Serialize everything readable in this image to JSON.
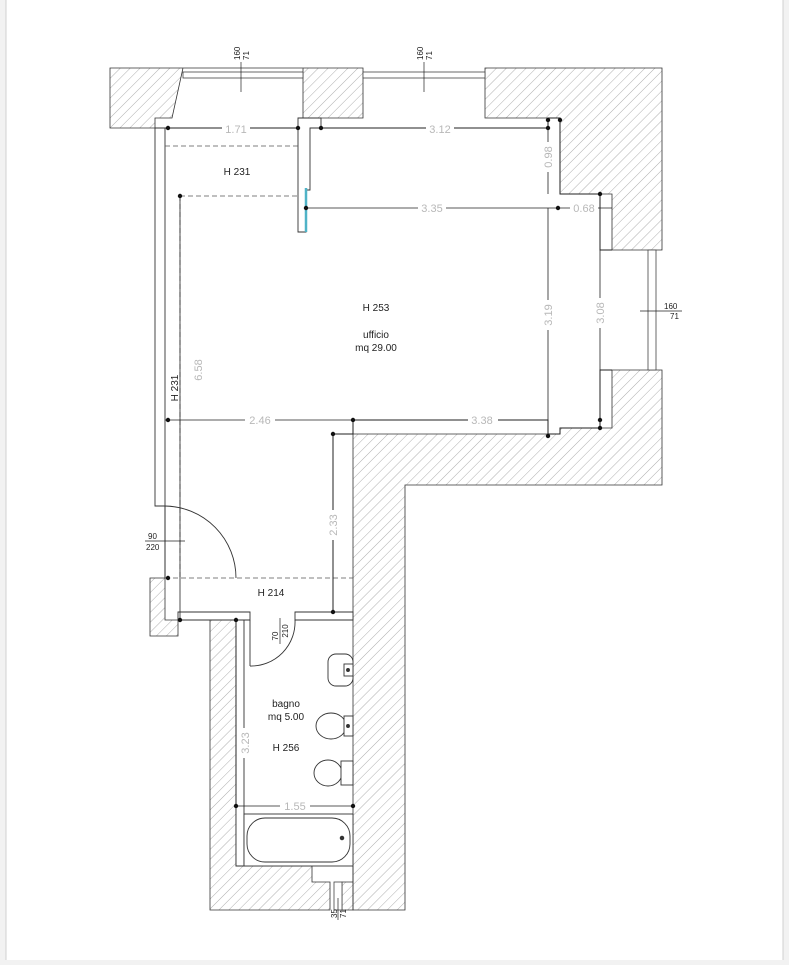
{
  "rooms": {
    "office": {
      "name": "ufficio",
      "area": "mq 29.00",
      "height": "H 253"
    },
    "bathroom": {
      "name": "bagno",
      "area": "mq 5.00",
      "height": "H 256"
    },
    "niche_height": "H 231",
    "left_height": "H 231",
    "passage_height": "H 214"
  },
  "dimensions": {
    "top_left": "1.71",
    "top_right": "3.12",
    "niche_depth": "0.98",
    "mid_width": "3.35",
    "step_right": "0.68",
    "right_inner": "3.19",
    "right_outer": "3.08",
    "left_full": "6.58",
    "bottom_left": "2.46",
    "bottom_right": "3.38",
    "passage": "2.33",
    "bath_height": "3.23",
    "bath_width": "1.55"
  },
  "openings": {
    "window_top_left": {
      "w": "160",
      "h": "71"
    },
    "window_top_right": {
      "w": "160",
      "h": "71"
    },
    "window_right": {
      "w": "160",
      "h": "71"
    },
    "door_main": {
      "w": "90",
      "h": "220"
    },
    "door_bath": {
      "w": "70",
      "h": "210"
    },
    "window_bath": {
      "w": "35",
      "h": "71"
    }
  }
}
